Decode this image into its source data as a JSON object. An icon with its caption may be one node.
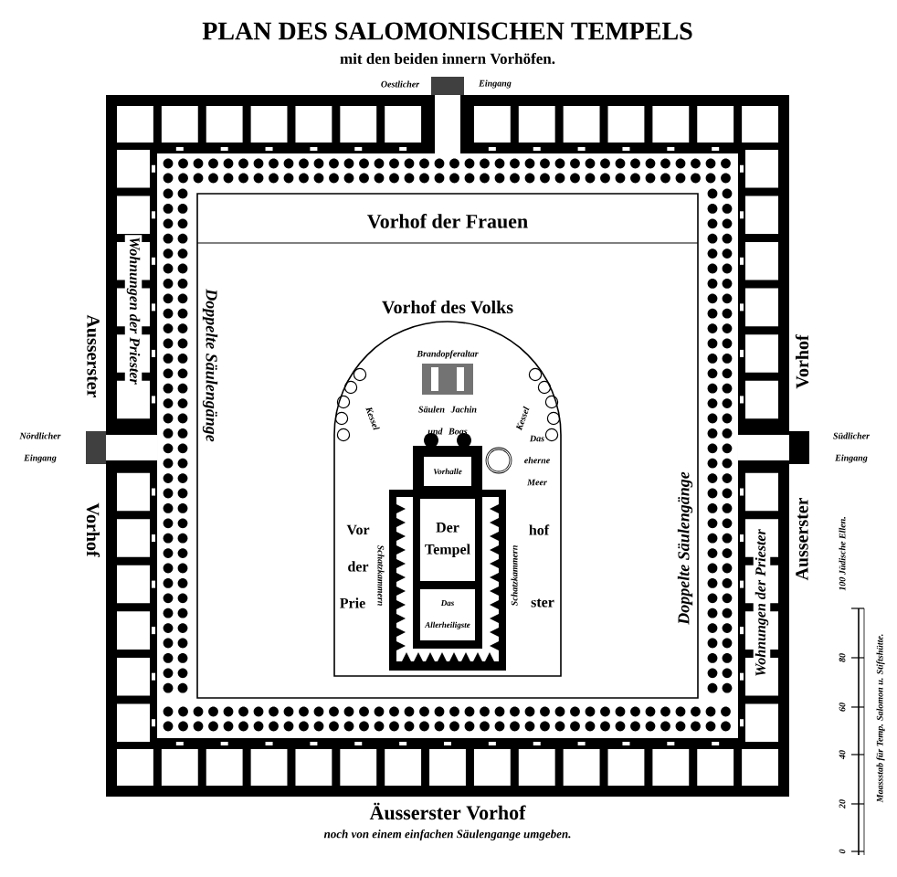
{
  "diagram": {
    "title": "PLAN DES SALOMONISCHEN TEMPELS",
    "nodes": [
      {
        "text": [
          "Vorhof der Frauen"
        ]
      },
      {
        "text": [
          "Vorhof des Volks"
        ],
        "in": 0
      },
      {
        "text": [
          "Brandopferaltar"
        ],
        "in": 1
      },
      {
        "text": [
          "Vorhalle"
        ],
        "in": 1
      },
      {
        "text": [
          "Der Tempel"
        ],
        "in": 1
      },
      {
        "text": [
          "Das Allerheiligste"
        ],
        "in": 1
      },
      {
        "text": [],
        "shape": "circle",
        "beside": [
          "Das eherne Meer"
        ],
        "in": 1
      }
    ],
    "labels": [
      "mit den beiden innern Vorhöfen.",
      "Oestlicher",
      "Eingang",
      "Ausserster",
      "Wohnungen der Priester",
      "Doppelte Säulengänge",
      "Vorhof",
      "Kessel",
      "Säulen Jachin und Boas",
      "Kessel",
      "Nördlicher Eingang",
      "Südlicher Eingang",
      "Vorhof",
      "Prie",
      "Vor",
      "der",
      "Schatzkammern",
      "Schatzkammern",
      "hof",
      "ster",
      "Doppelte Säulengänge",
      "Wohnungen der Priester",
      "Ausserster",
      "100 Jüdische Ellen.",
      "80",
      "60",
      "40",
      "Äusserster Vorhof",
      "20",
      "noch von einem einfachen Säulengange umgeben.",
      "0",
      "Maassstab für Temp. Salomon u. Stiftshütte."
    ]
  }
}
